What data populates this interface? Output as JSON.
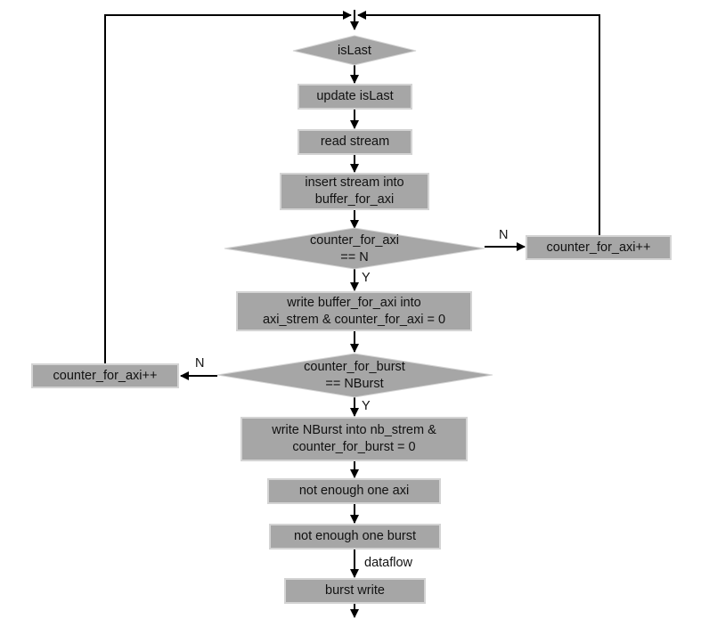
{
  "nodes": {
    "is_last": "isLast",
    "update_is_last": "update isLast",
    "read_stream": "read stream",
    "insert_stream": "insert stream into\nbuffer_for_axi",
    "check_axi": "counter_for_axi\n== N",
    "counter_axi_inc_right": "counter_for_axi++",
    "write_buffer": "write buffer_for_axi into\naxi_strem & counter_for_axi = 0",
    "check_burst": "counter_for_burst\n== NBurst",
    "counter_axi_inc_left": "counter_for_axi++",
    "write_nburst": "write NBurst into nb_strem &\ncounter_for_burst = 0",
    "not_enough_axi": "not enough one axi",
    "not_enough_burst": "not enough one burst",
    "burst_write": "burst write"
  },
  "edge_labels": {
    "axi_no": "N",
    "axi_yes": "Y",
    "burst_no": "N",
    "burst_yes": "Y",
    "dataflow": "dataflow"
  },
  "colors": {
    "node_fill": "#a6a6a6",
    "node_border": "#d4d4d4",
    "line": "#000000"
  }
}
